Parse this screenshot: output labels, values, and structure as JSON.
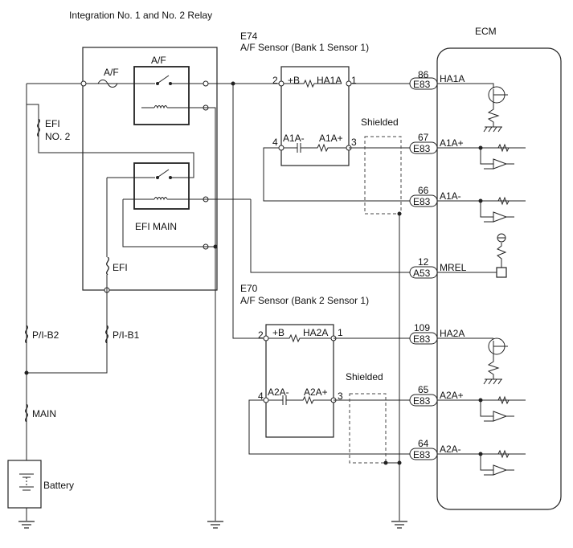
{
  "relay": {
    "title": "Integration No. 1 and No. 2 Relay",
    "af": "A/F",
    "af_fuse": "A/F",
    "efi_main": "EFI MAIN",
    "efi": "EFI"
  },
  "fuses": {
    "efi_no2_a": "EFI",
    "efi_no2_b": "NO. 2",
    "pib2": "P/I-B2",
    "pib1": "P/I-B1",
    "main": "MAIN"
  },
  "battery": "Battery",
  "ecm": "ECM",
  "shielded": "Shielded",
  "sensor1": {
    "id": "E74",
    "name": "A/F Sensor (Bank 1 Sensor 1)",
    "pin1": "1",
    "pin2": "2",
    "pin3": "3",
    "pin4": "4",
    "plus_b": "+B",
    "heater": "HA1A",
    "neg": "A1A-",
    "pos": "A1A+"
  },
  "sensor2": {
    "id": "E70",
    "name": "A/F Sensor (Bank 2 Sensor 1)",
    "pin1": "1",
    "pin2": "2",
    "pin3": "3",
    "pin4": "4",
    "plus_b": "+B",
    "heater": "HA2A",
    "neg": "A2A-",
    "pos": "A2A+"
  },
  "ecm_pins": [
    {
      "num": "86",
      "conn": "E83",
      "label": "HA1A"
    },
    {
      "num": "67",
      "conn": "E83",
      "label": "A1A+"
    },
    {
      "num": "66",
      "conn": "E83",
      "label": "A1A-"
    },
    {
      "num": "12",
      "conn": "A53",
      "label": "MREL"
    },
    {
      "num": "109",
      "conn": "E83",
      "label": "HA2A"
    },
    {
      "num": "65",
      "conn": "E83",
      "label": "A2A+"
    },
    {
      "num": "64",
      "conn": "E83",
      "label": "A2A-"
    }
  ]
}
